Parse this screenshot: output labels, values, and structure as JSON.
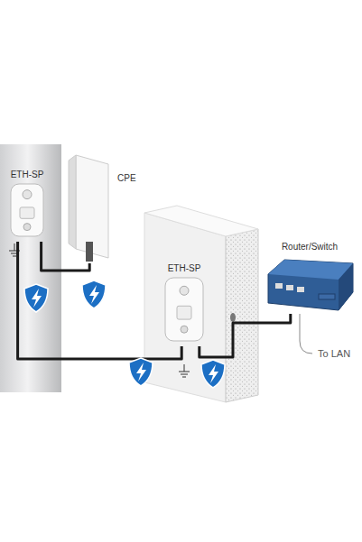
{
  "diagram": {
    "nodes": [
      {
        "text": [
          "ETH-SP"
        ]
      },
      {
        "text": [
          "CPE"
        ]
      },
      {
        "text": [
          "ETH-SP"
        ]
      },
      {
        "text": [
          "Router/Switch"
        ]
      }
    ],
    "edges": [
      {
        "from": 0,
        "to": 1,
        "arrow": "none"
      },
      {
        "from": 0,
        "to": 2,
        "arrow": "none"
      },
      {
        "from": 2,
        "to": 3,
        "arrow": "none"
      }
    ],
    "labels": [
      "To LAN"
    ]
  }
}
